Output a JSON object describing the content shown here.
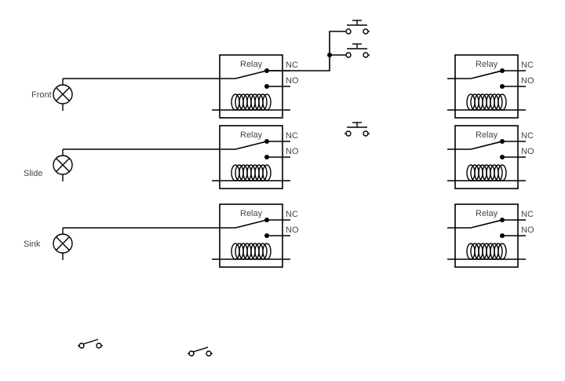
{
  "colors": {
    "line": "#000000",
    "label": "#444444",
    "background": "#ffffff"
  },
  "lamps": [
    {
      "label": "Front",
      "icon": "lamp-icon"
    },
    {
      "label": "Slide",
      "icon": "lamp-icon"
    },
    {
      "label": "Sink",
      "icon": "lamp-icon"
    }
  ],
  "relays": [
    {
      "title": "Relay",
      "nc": "NC",
      "no": "NO"
    },
    {
      "title": "Relay",
      "nc": "NC",
      "no": "NO"
    },
    {
      "title": "Relay",
      "nc": "NC",
      "no": "NO"
    },
    {
      "title": "Relay",
      "nc": "NC",
      "no": "NO"
    },
    {
      "title": "Relay",
      "nc": "NC",
      "no": "NO"
    },
    {
      "title": "Relay",
      "nc": "NC",
      "no": "NO"
    }
  ],
  "pushbuttons": [
    {
      "icon": "pushbutton-icon"
    },
    {
      "icon": "pushbutton-icon"
    },
    {
      "icon": "pushbutton-icon"
    }
  ],
  "switches": [
    {
      "icon": "toggle-switch-icon"
    },
    {
      "icon": "toggle-switch-icon"
    }
  ]
}
